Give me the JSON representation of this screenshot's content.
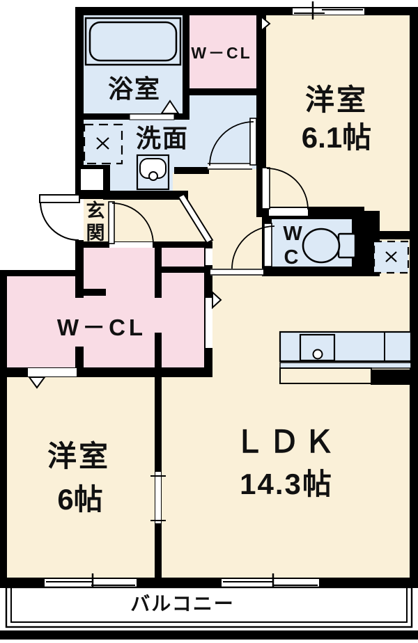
{
  "plan": {
    "type": "apartment-floor-plan",
    "colors": {
      "room_cream": "#FAF0D8",
      "wet_area_blue": "#DCE9F6",
      "closet_pink": "#F9DCE5",
      "wall_black": "#000000",
      "outside_white": "#FFFFFF"
    },
    "rooms": {
      "bathroom": {
        "label": "浴室"
      },
      "wcl_top": {
        "label": "W－CL"
      },
      "bedroom1": {
        "label": "洋室",
        "size": "6.1帖"
      },
      "washroom": {
        "label": "洗面"
      },
      "entrance": {
        "char1": "玄",
        "char2": "関"
      },
      "toilet": {
        "char1": "W",
        "char2": "C"
      },
      "wcl_main": {
        "label": "W－CL"
      },
      "bedroom2": {
        "label": "洋室",
        "size": "6帖"
      },
      "ldk": {
        "label": "ＬＤＫ",
        "size": "14.3帖"
      },
      "balcony": {
        "label": "バルコニー"
      }
    },
    "fixtures": {
      "bathtub": "bathtub-icon",
      "washing_machine_space": "washing-machine-space-icon",
      "washbasin": "washbasin-icon",
      "toilet_bowl": "toilet-icon",
      "kitchen_counter": "kitchen-counter-icon",
      "refrigerator_space": "refrigerator-space-icon"
    }
  }
}
